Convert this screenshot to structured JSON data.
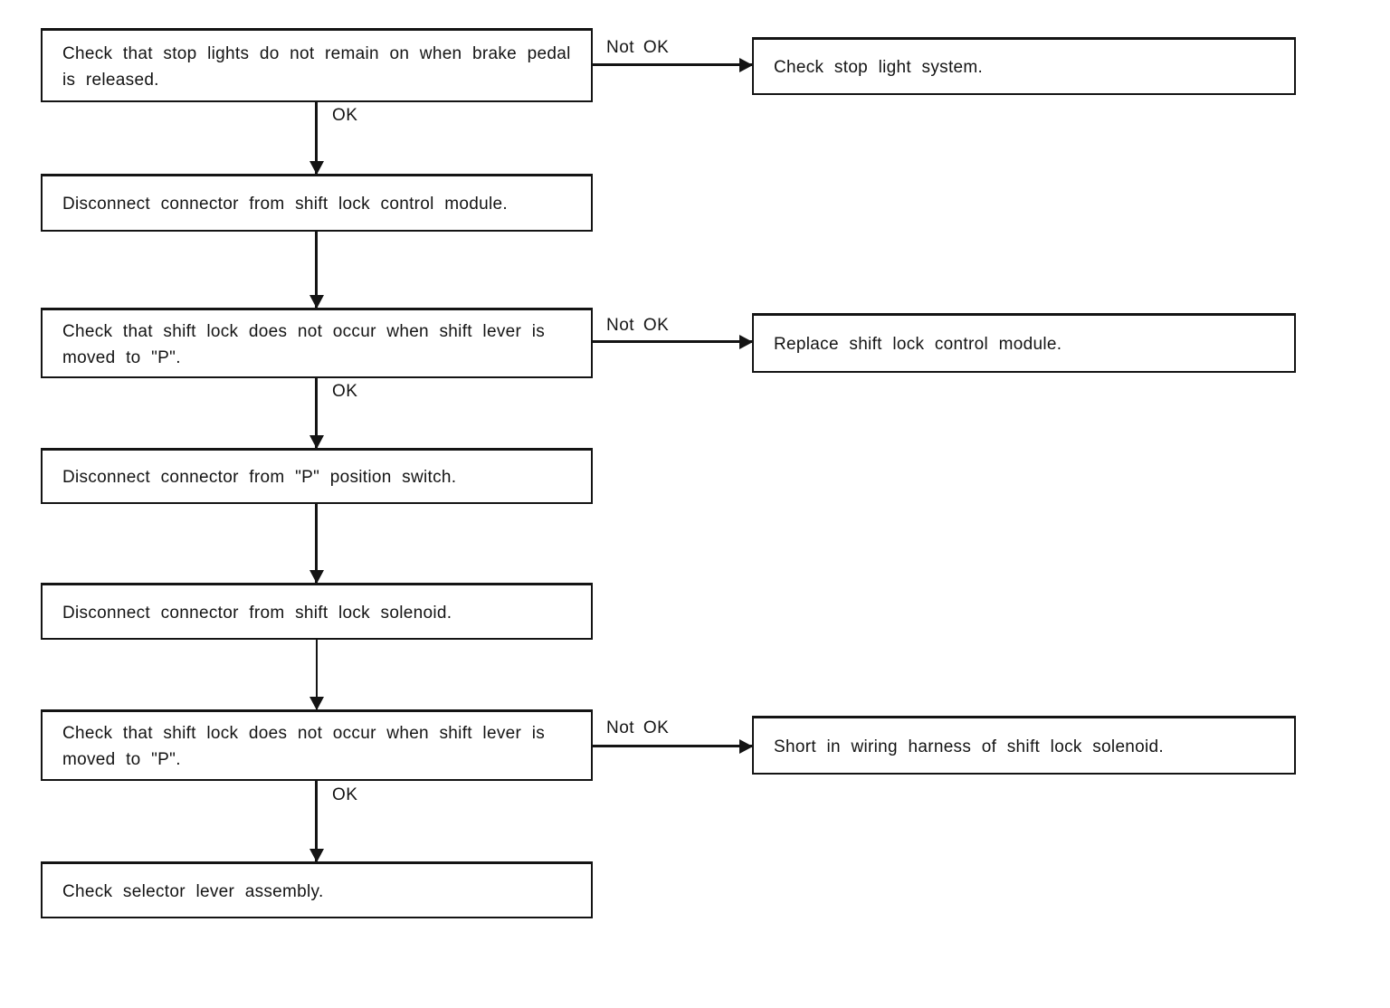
{
  "diagram": {
    "type": "flowchart",
    "background_color": "#ffffff",
    "line_color": "#141414",
    "text_color": "#141414"
  },
  "nodes": {
    "step1": {
      "text": "Check that stop lights do not remain on when brake pedal is released."
    },
    "result1": {
      "text": "Check stop light system."
    },
    "step2": {
      "text": "Disconnect connector from shift lock control module."
    },
    "step3": {
      "text": "Check that shift lock does not occur when shift lever is moved to \"P\"."
    },
    "result3": {
      "text": "Replace shift lock control module."
    },
    "step4": {
      "text": "Disconnect connector from \"P\" position switch."
    },
    "step5": {
      "text": "Disconnect connector from shift lock solenoid."
    },
    "step6": {
      "text": "Check that shift lock does not occur when shift lever is moved to \"P\"."
    },
    "result6": {
      "text": "Short in wiring harness of shift lock solenoid."
    },
    "step7": {
      "text": "Check selector lever assembly."
    }
  },
  "edges": [
    {
      "from": "step1",
      "to": "result1",
      "label": "Not OK",
      "direction": "right"
    },
    {
      "from": "step1",
      "to": "step2",
      "label": "OK",
      "direction": "down"
    },
    {
      "from": "step2",
      "to": "step3",
      "label": "",
      "direction": "down"
    },
    {
      "from": "step3",
      "to": "result3",
      "label": "Not OK",
      "direction": "right"
    },
    {
      "from": "step3",
      "to": "step4",
      "label": "OK",
      "direction": "down"
    },
    {
      "from": "step4",
      "to": "step5",
      "label": "",
      "direction": "down"
    },
    {
      "from": "step5",
      "to": "step6",
      "label": "",
      "direction": "down"
    },
    {
      "from": "step6",
      "to": "result6",
      "label": "Not OK",
      "direction": "right"
    },
    {
      "from": "step6",
      "to": "step7",
      "label": "OK",
      "direction": "down"
    }
  ]
}
